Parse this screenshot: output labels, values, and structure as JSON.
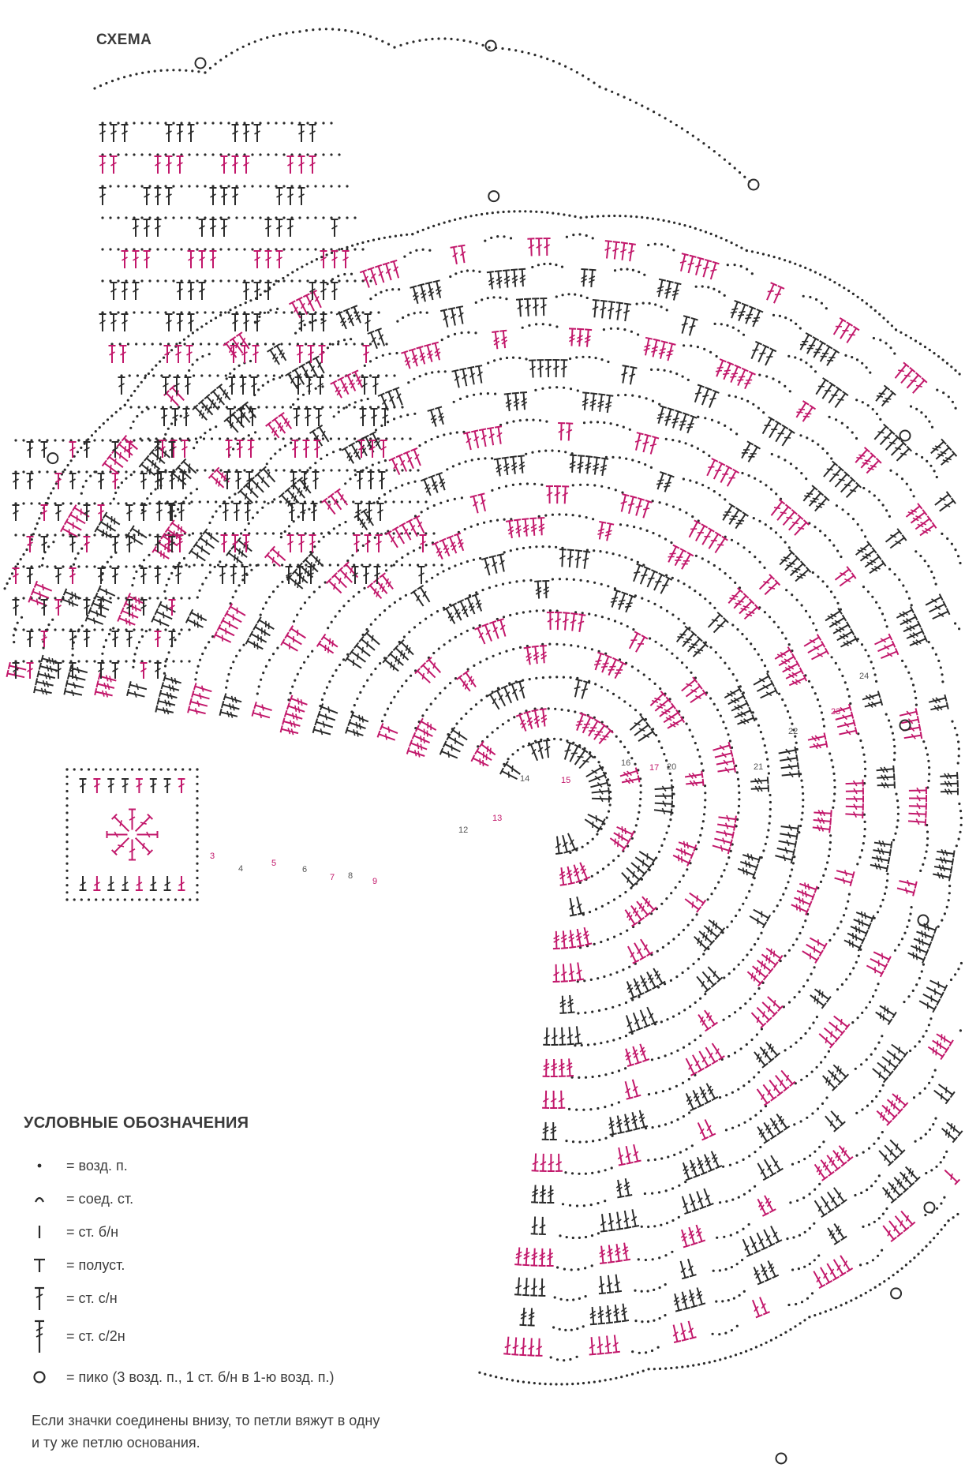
{
  "diagram": {
    "title": "СХЕМА",
    "colors": {
      "ink": "#2b2b2b",
      "accent": "#c2186b",
      "background": "#ffffff"
    },
    "round_numbers": [
      "3",
      "4",
      "5",
      "6",
      "7",
      "8",
      "9",
      "12",
      "13",
      "14",
      "15",
      "16",
      "17",
      "20",
      "21",
      "22",
      "23",
      "24"
    ]
  },
  "legend": {
    "title": "УСЛОВНЫЕ ОБОЗНАЧЕНИЯ",
    "items": [
      {
        "symbol": "chain-dot",
        "label": "= возд. п."
      },
      {
        "symbol": "slip-stitch-arc",
        "label": "= соед. ст."
      },
      {
        "symbol": "single-crochet-bar",
        "label": "= ст. б/н"
      },
      {
        "symbol": "half-double-T",
        "label": "= полуст."
      },
      {
        "symbol": "double-crochet",
        "label": "= ст. с/н"
      },
      {
        "symbol": "treble-crochet",
        "label": "= ст. с/2н"
      },
      {
        "symbol": "picot-circle",
        "label": "= пико (3 возд. п., 1 ст. б/н в 1-ю возд. п.)"
      }
    ]
  },
  "note": {
    "line1": "Если значки соединены внизу, то петли вяжут в одну",
    "line2": "и ту же петлю основания."
  }
}
